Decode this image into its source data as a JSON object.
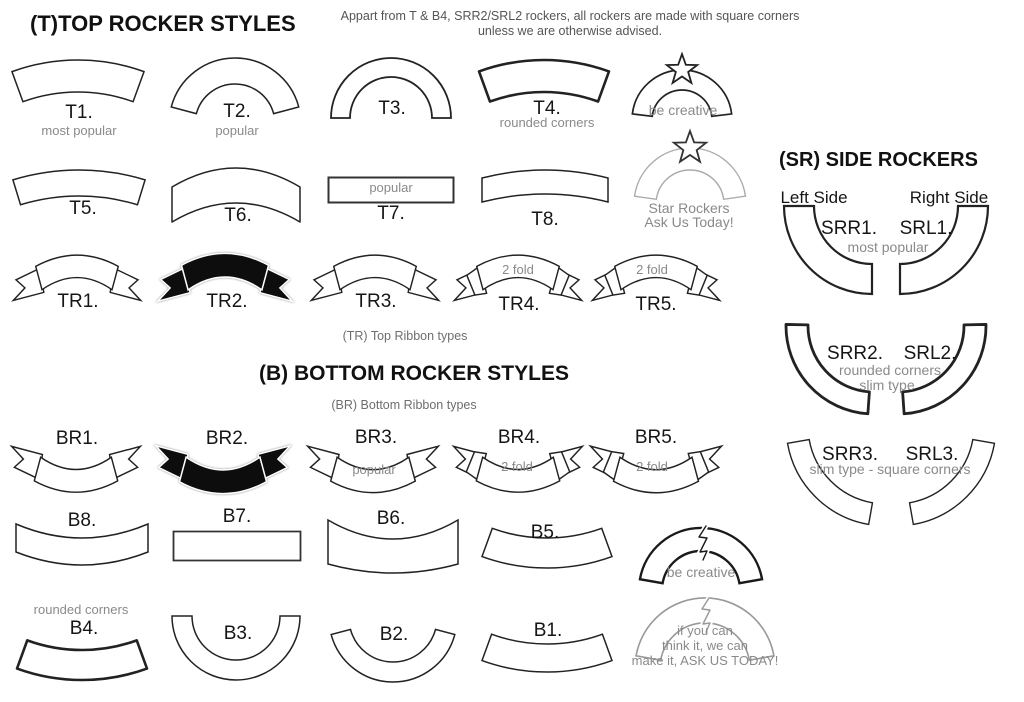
{
  "colors": {
    "ink": "#222222",
    "gray": "#8a8a8a",
    "note": "#555555",
    "light_stroke": "#aaaaaa"
  },
  "headers": {
    "top_title": "(T)TOP ROCKER STYLES",
    "note1": "Appart from T & B4, SRR2/SRL2 rockers, all rockers are made with square corners",
    "note2": "unless we are otherwise advised.",
    "tr_caption": "(TR) Top Ribbon types",
    "bottom_title": "(B) BOTTOM ROCKER STYLES",
    "br_caption": "(BR) Bottom Ribbon types",
    "sr_title": "(SR) SIDE ROCKERS",
    "left_side": "Left Side",
    "right_side": "Right Side"
  },
  "top": {
    "t1": {
      "id": "T1.",
      "note": "most popular"
    },
    "t2": {
      "id": "T2.",
      "note": "popular"
    },
    "t3": {
      "id": "T3."
    },
    "t4": {
      "id": "T4.",
      "note": "rounded corners"
    },
    "t5": {
      "id": "T5."
    },
    "t6": {
      "id": "T6."
    },
    "t7": {
      "id": "T7.",
      "note": "popular"
    },
    "t8": {
      "id": "T8."
    },
    "star1": {
      "note": "be creative"
    },
    "star2": {
      "note1": "Star Rockers",
      "note2": "Ask Us Today!"
    },
    "tr1": {
      "id": "TR1."
    },
    "tr2": {
      "id": "TR2."
    },
    "tr3": {
      "id": "TR3."
    },
    "tr4": {
      "id": "TR4.",
      "note": "2 fold"
    },
    "tr5": {
      "id": "TR5.",
      "note": "2 fold"
    }
  },
  "bottom": {
    "br1": {
      "id": "BR1."
    },
    "br2": {
      "id": "BR2."
    },
    "br3": {
      "id": "BR3.",
      "note": "popular"
    },
    "br4": {
      "id": "BR4.",
      "note": "2 fold"
    },
    "br5": {
      "id": "BR5.",
      "note": "2 fold"
    },
    "b8": {
      "id": "B8."
    },
    "b7": {
      "id": "B7."
    },
    "b6": {
      "id": "B6."
    },
    "b5": {
      "id": "B5."
    },
    "b4": {
      "id": "B4.",
      "note": "rounded corners"
    },
    "b3": {
      "id": "B3."
    },
    "b2": {
      "id": "B2."
    },
    "b1": {
      "id": "B1."
    },
    "bolt1": {
      "note": "be creative"
    },
    "bolt2": {
      "line1": "if you can",
      "line2": "think it, we can",
      "line3": "make it, ASK US TODAY!"
    }
  },
  "side": {
    "srr1": {
      "id": "SRR1."
    },
    "srl1": {
      "id": "SRL1."
    },
    "pair1_note": "most popular",
    "srr2": {
      "id": "SRR2."
    },
    "srl2": {
      "id": "SRL2."
    },
    "pair2_note1": "rounded corners",
    "pair2_note2": "slim type",
    "srr3": {
      "id": "SRR3."
    },
    "srl3": {
      "id": "SRL3."
    },
    "pair3_note": "slim type - square corners"
  }
}
